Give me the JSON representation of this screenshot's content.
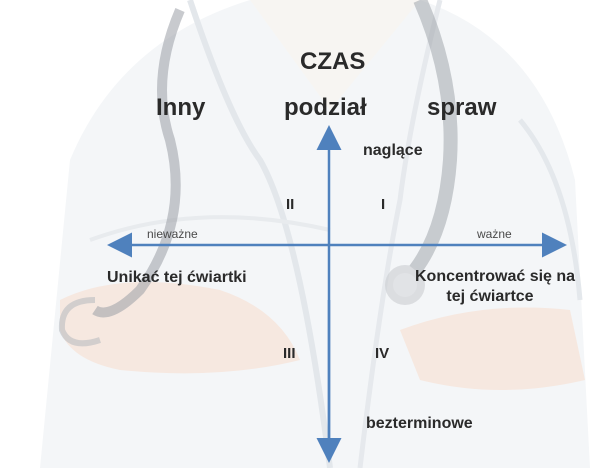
{
  "diagram": {
    "title": "CZAS",
    "heading": {
      "left": "Inny",
      "middle": "podział",
      "right": "spraw"
    },
    "axis_labels": {
      "top": "naglące",
      "bottom": "bezterminowe",
      "left": "nieważne",
      "right": "ważne"
    },
    "quadrants": {
      "I": "I",
      "II": "II",
      "III": "III",
      "IV": "IV"
    },
    "notes": {
      "left": "Unikać tej ćwiartki",
      "right_line1": "Koncentrować się na",
      "right_line2": "tej ćwiartce"
    }
  },
  "colors": {
    "axis": "#4f81bd",
    "text": "#2a2a2a",
    "coat_shadow": "#d8dde2",
    "skin": "#f2dcd0"
  }
}
